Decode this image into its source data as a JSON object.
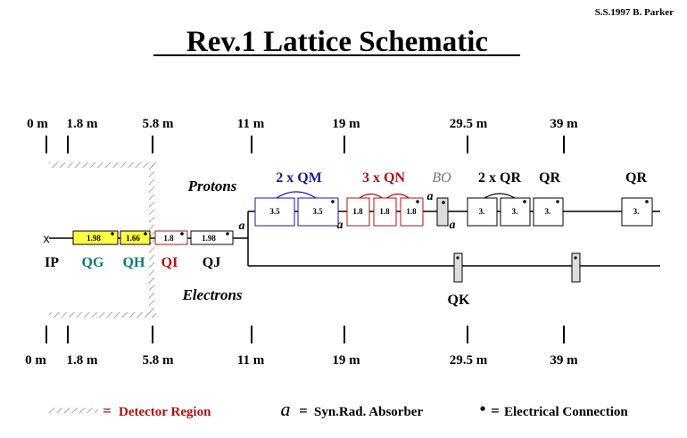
{
  "header": {
    "title": "Rev.1 Lattice Schematic",
    "credit": "S.S.1997 B. Parker"
  },
  "top_distances": [
    "0 m",
    "1.8 m",
    "5.8 m",
    "11 m",
    "19 m",
    "29.5 m",
    "39 m"
  ],
  "bottom_distances": [
    "0 m",
    "1.8 m",
    "5.8 m",
    "11 m",
    "19 m",
    "29.5 m",
    "39 m"
  ],
  "beam_labels": {
    "protons": "Protons",
    "electrons": "Electrons"
  },
  "group_labels": {
    "qm": "2 x QM",
    "qn": "3 x QN",
    "bo": "BO",
    "qr_pair": "2 x QR",
    "qr": "QR",
    "qr_far": "QR",
    "qk": "QK"
  },
  "ir_labels": {
    "ip": "IP",
    "qg": "QG",
    "qh": "QH",
    "qi": "QI",
    "qj": "QJ"
  },
  "magnets": {
    "qg": "1.98",
    "qh": "1.66",
    "qi": "1.8",
    "qj": "1.98",
    "qm1": "3.5",
    "qm2": "3.5",
    "qn1": "1.8",
    "qn2": "1.8",
    "qn3": "1.8",
    "qr1": "3.",
    "qr2": "3.",
    "qr3": "3.",
    "qr4": "3."
  },
  "absorber_marks": [
    "a",
    "a",
    "a",
    "a"
  ],
  "ip_marker": "x",
  "legend": {
    "detector_eq": "=",
    "detector": "Detector Region",
    "absorber_symbol": "a",
    "absorber_eq": "=",
    "absorber": "Syn.Rad. Absorber",
    "connection_eq": "=",
    "connection": "Electrical Connection"
  },
  "colors": {
    "ink": "#000000",
    "blue": "#1a1aa0",
    "red": "#b01010",
    "teal": "#0f7a7a",
    "yellow": "#ffff40",
    "gray": "#dddddd"
  }
}
